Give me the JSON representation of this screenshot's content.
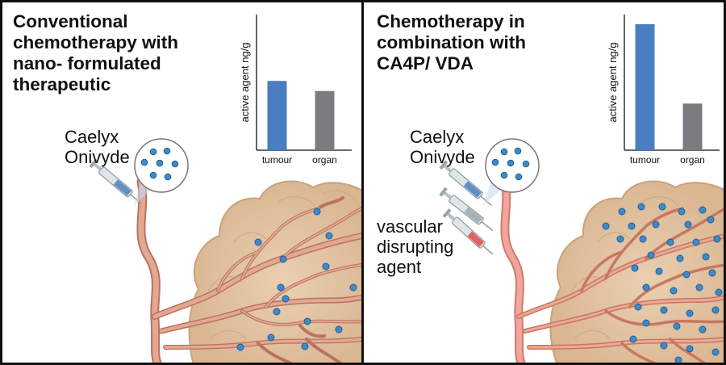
{
  "panels": [
    {
      "title": "Conventional\nchemotherapy with\nnano- formulated\ntherapeutic",
      "drugs": "Caelyx\nOnivyde"
    },
    {
      "title": "Chemotherapy in\ncombination with\nCA4P/ VDA",
      "drugs": "Caelyx\nOnivyde",
      "vda_label": "vascular\ndisrupting\nagent"
    }
  ],
  "chart_data": [
    {
      "type": "bar",
      "categories": [
        "tumour",
        "organ"
      ],
      "values": [
        0.55,
        0.47
      ],
      "ylabel": "active agent ng/g",
      "colors": [
        "#4a7ec0",
        "#7a7c7f"
      ]
    },
    {
      "type": "bar",
      "categories": [
        "tumour",
        "organ"
      ],
      "values": [
        1.0,
        0.37
      ],
      "ylabel": "active agent ng/g",
      "colors": [
        "#4a7ec0",
        "#7a7c7f"
      ]
    }
  ]
}
